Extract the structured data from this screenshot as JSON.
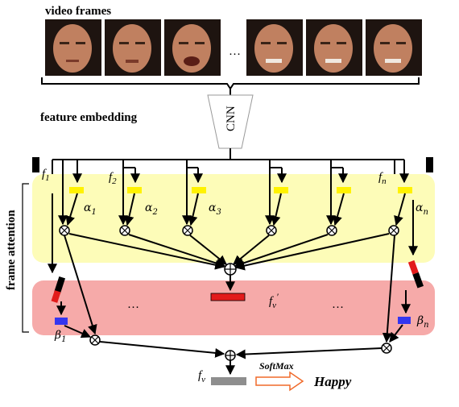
{
  "labels": {
    "video_frames": "video frames",
    "feature_embedding": "feature embedding",
    "cnn": "CNN",
    "frame_attention": "frame attention",
    "ellipsis": "…",
    "f1": "f",
    "f1_sub": "1",
    "f2": "f",
    "f2_sub": "2",
    "fn": "f",
    "fn_sub": "n",
    "alpha1": "α",
    "alpha1_sub": "1",
    "alpha2": "α",
    "alpha2_sub": "2",
    "alpha3": "α",
    "alpha3_sub": "3",
    "alphan": "α",
    "alphan_sub": "n",
    "beta1": "β",
    "beta1_sub": "1",
    "betan": "β",
    "betan_sub": "n",
    "fv_prime": "f",
    "fv_prime_sub": "v",
    "fv_prime_mark": "′",
    "fv": "f",
    "fv_sub": "v",
    "softmax": "SoftMax",
    "result": "Happy"
  },
  "colors": {
    "attention_band": "#fdfcb8",
    "relation_band": "#f6aaa9",
    "alpha_box": "#fff200",
    "beta_box": "#3436f0",
    "fv_prime_box": "#e21b1b",
    "fv_box": "#8e8e8e",
    "softmax_arrow": "#f06a2a",
    "frame_bg": "#1e1410",
    "face_skin": "#c08060"
  }
}
